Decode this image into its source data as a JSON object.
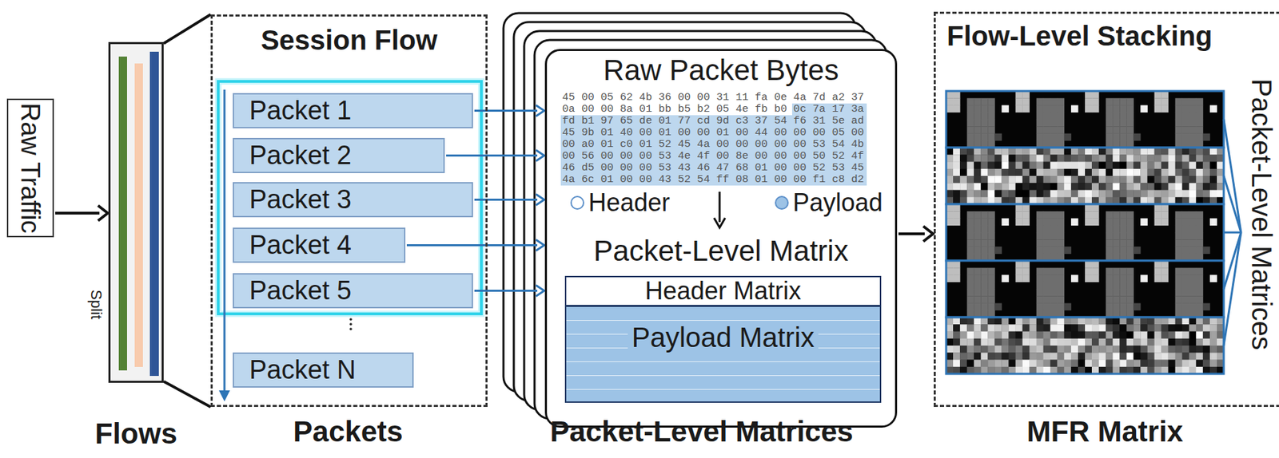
{
  "diagram": {
    "nodes": [
      {
        "text": [
          "Raw Traffic"
        ]
      },
      {
        "text": [
          "Flows"
        ]
      },
      {
        "text": [
          "Session Flow"
        ]
      },
      {
        "text": [
          "Packet 1"
        ],
        "in": 2
      },
      {
        "text": [
          "Packet 2"
        ],
        "in": 2
      },
      {
        "text": [
          "Packet 3"
        ],
        "in": 2
      },
      {
        "text": [
          "Packet 4"
        ],
        "in": 2
      },
      {
        "text": [
          "Packet 5"
        ],
        "in": 2
      },
      {
        "text": [
          "Packet N"
        ],
        "in": 2
      },
      {
        "text": [
          "Raw Packet Bytes",
          "Packet-Level Matrix"
        ]
      },
      {
        "text": [
          "Header Matrix"
        ],
        "in": 9
      },
      {
        "text": [
          "Payload Matrix"
        ],
        "in": 9
      },
      {
        "text": [
          "Flow-Level Stacking",
          "Packet-Level Matrices"
        ]
      }
    ],
    "edges": [
      {
        "from": 0,
        "to": 1,
        "arrow": "to"
      },
      {
        "from": 3,
        "to": 9,
        "arrow": "to"
      },
      {
        "from": 4,
        "to": 9,
        "arrow": "to"
      },
      {
        "from": 5,
        "to": 9,
        "arrow": "to"
      },
      {
        "from": 6,
        "to": 9,
        "arrow": "to"
      },
      {
        "from": 7,
        "to": 9,
        "arrow": "to"
      },
      {
        "from": 9,
        "to": 12,
        "arrow": "to"
      }
    ],
    "labels": [
      "Split",
      "Packets",
      "Packet-Level Matrices",
      "MFR Matrix",
      "45 00 05 62 4b 36 00 00 31 11 fa 0e 4a 7d a2 37",
      "0a 00 00 8a 01 bb b5 b2 05 4e fb b0 0c 7a 17 3a",
      "fd b1 97 65 de 01 77 cd 9d c3 37 54 f6 31 5e ad",
      "45 9b 01 40 00 01 00 00 01 00 44 00 00 00 05 00",
      "00 a0 01 c0 01 52 45 4a 00 00 00 00 00 53 54 4b",
      "00 56 00 00 00 53 4e 4f 00 8e 00 00 00 50 52 4f",
      "46 d5 00 00 00 53 43 46 47 68 01 00 00 52 53 45",
      "4a 6c 01 00 00 43 52 54 ff 08 01 00 00 f1 c8 d2"
    ],
    "legend": [
      {
        "text": "Header",
        "color": "#ffffff"
      },
      {
        "text": "Payload",
        "color": "#9dc3e6"
      }
    ]
  }
}
